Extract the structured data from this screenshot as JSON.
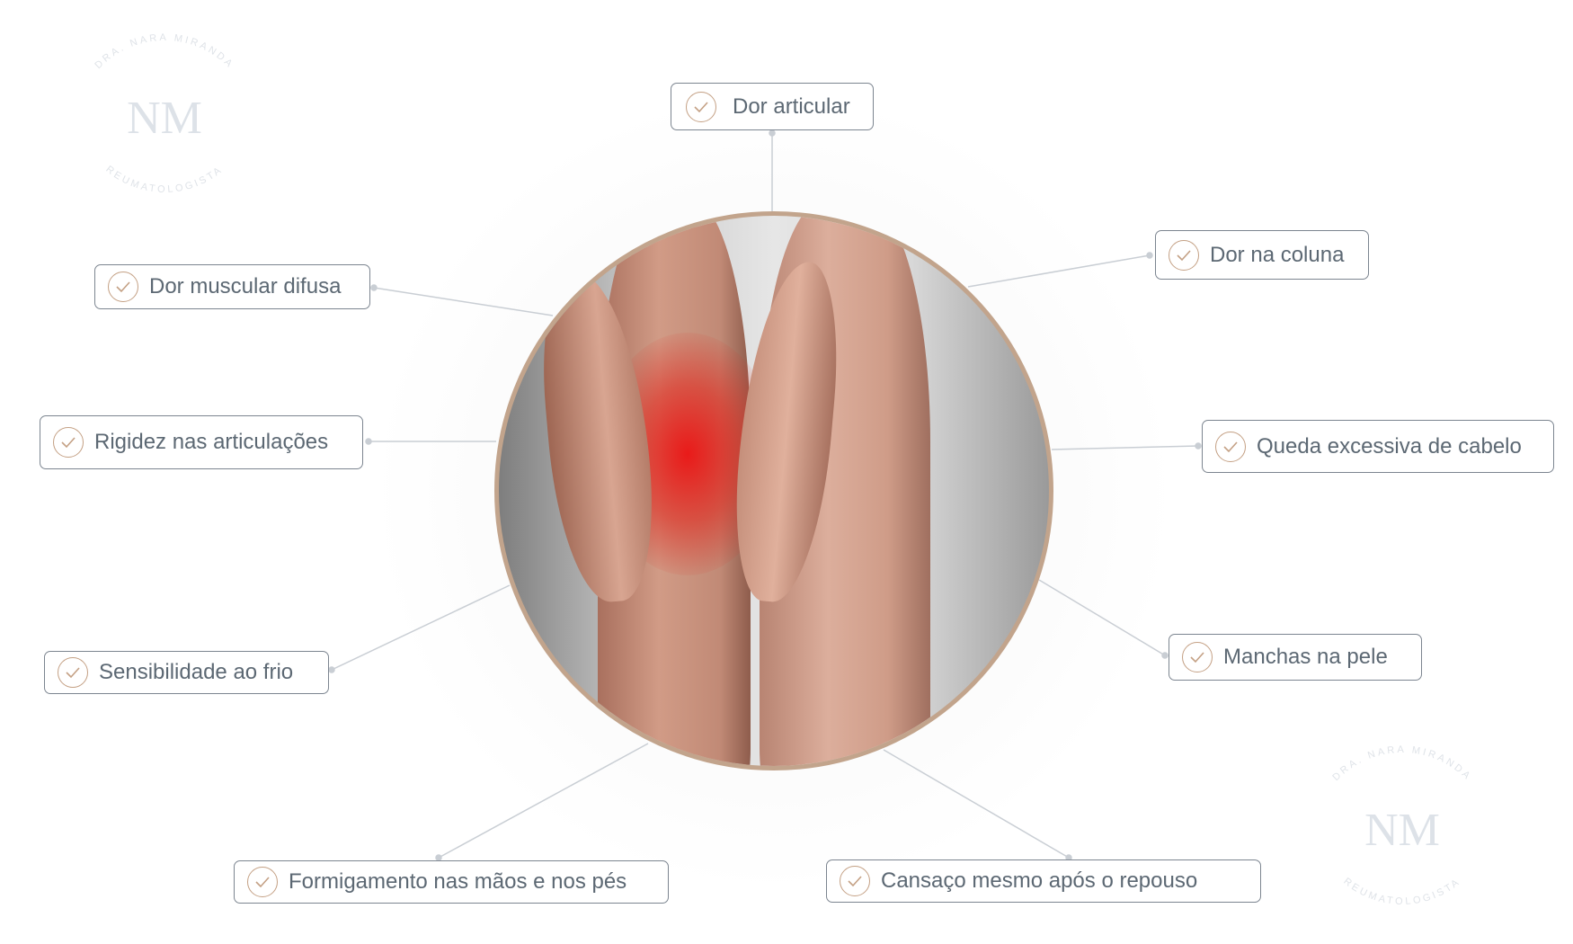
{
  "logo": {
    "top_text": "DRA. NARA MIRANDA",
    "bottom_text": "REUMATOLOGISTA",
    "monogram": "NM"
  },
  "symptoms": [
    {
      "label": "Dor articular",
      "icon": "check-circle-icon"
    },
    {
      "label": "Dor na coluna",
      "icon": "check-circle-icon"
    },
    {
      "label": "Dor muscular difusa",
      "icon": "check-circle-icon"
    },
    {
      "label": "Rigidez nas articulações",
      "icon": "check-circle-icon"
    },
    {
      "label": "Queda excessiva de cabelo",
      "icon": "check-circle-icon"
    },
    {
      "label": "Sensibilidade ao frio",
      "icon": "check-circle-icon"
    },
    {
      "label": "Manchas na pele",
      "icon": "check-circle-icon"
    },
    {
      "label": "Formigamento nas mãos e nos pés",
      "icon": "check-circle-icon"
    },
    {
      "label": "Cansaço mesmo após o repouso",
      "icon": "check-circle-icon"
    }
  ],
  "colors": {
    "accent": "#c4a084",
    "border": "#7c8590",
    "text": "#5c6873",
    "ring": "#c2a48c"
  }
}
